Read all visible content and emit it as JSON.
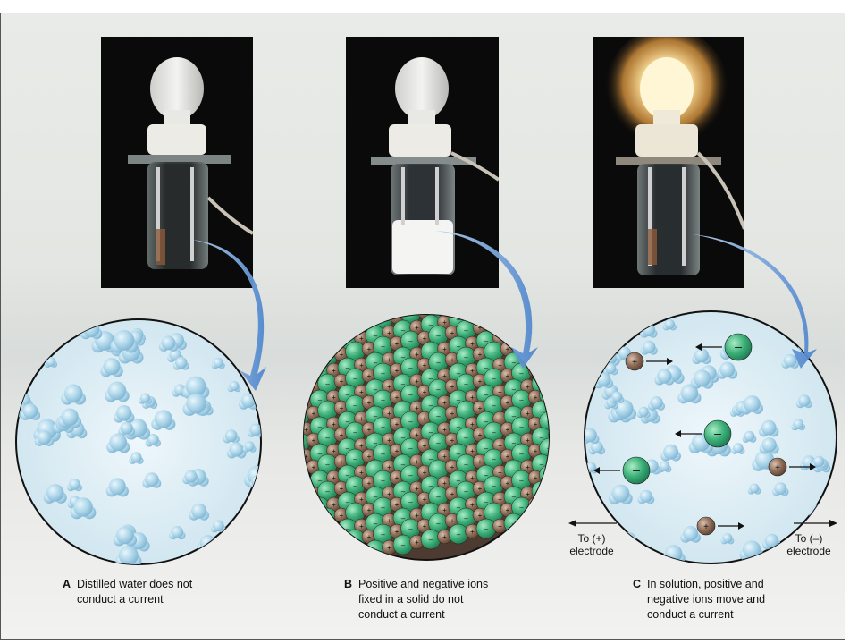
{
  "panels": [
    {
      "letter": "A",
      "caption": "Distilled water does not\nconduct a current"
    },
    {
      "letter": "B",
      "caption": "Positive and negative ions\nfixed in a solid do not\nconduct a current"
    },
    {
      "letter": "C",
      "caption": "In solution, positive and\nnegative ions move and\nconduct a current"
    }
  ],
  "electrodes": {
    "positive": {
      "line1": "To (+)",
      "line2": "electrode"
    },
    "negative": {
      "line1": "To (–)",
      "line2": "electrode"
    }
  },
  "ion_signs": {
    "positive": "+",
    "negative": "–"
  },
  "colors": {
    "water_molecule": "#9ccbe3",
    "solution_background": "#dcecf3",
    "negative_ion": "#2fa36f",
    "positive_ion": "#8c6a55",
    "arrow": "#6f9ed6",
    "lit_bulb": "#ffd27a"
  }
}
